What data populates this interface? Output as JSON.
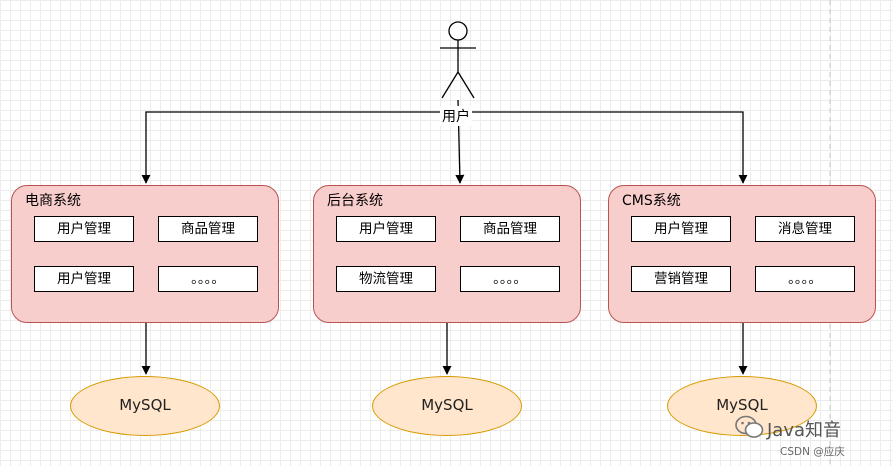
{
  "actor": {
    "label": "用户"
  },
  "systems": [
    {
      "title": "电商系统",
      "modules": [
        "用户管理",
        "商品管理",
        "用户管理",
        "。。。。"
      ],
      "db": "MySQL"
    },
    {
      "title": "后台系统",
      "modules": [
        "用户管理",
        "商品管理",
        "物流管理",
        "。。。。"
      ],
      "db": "MySQL"
    },
    {
      "title": "CMS系统",
      "modules": [
        "用户管理",
        "消息管理",
        "营销管理",
        "。。。。"
      ],
      "db": "MySQL"
    }
  ],
  "watermark": {
    "text": "Java知音",
    "credit": "CSDN @应庆"
  },
  "colors": {
    "system_fill": "#f8cecc",
    "system_stroke": "#b85450",
    "db_fill": "#ffe6cc",
    "db_stroke": "#d79b00"
  }
}
